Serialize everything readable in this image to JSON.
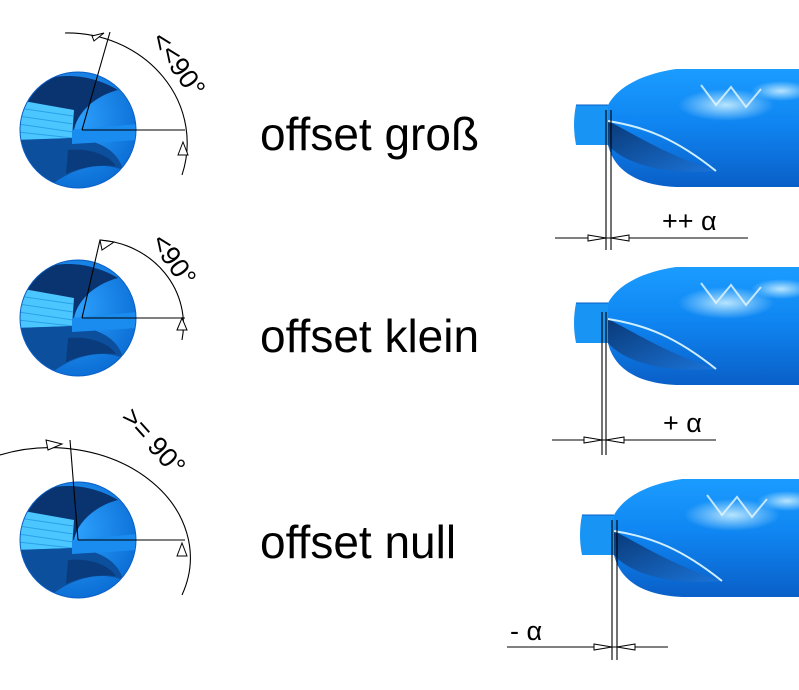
{
  "rows": [
    {
      "label": "offset groß",
      "angle": "<<90°",
      "dimension": "++ α"
    },
    {
      "label": "offset klein",
      "angle": "<90°",
      "dimension": "+ α"
    },
    {
      "label": "offset null",
      "angle": ">= 90°",
      "dimension": "- α"
    }
  ],
  "colors": {
    "drill_blue": "#1a8cf0",
    "drill_dark": "#0a3a78",
    "drill_light": "#5fd0ff",
    "line": "#000000"
  }
}
